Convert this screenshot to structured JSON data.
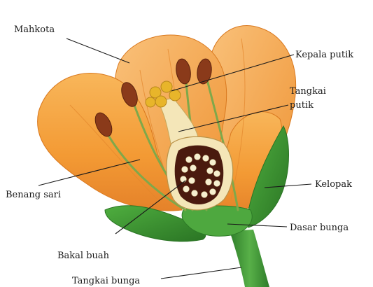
{
  "diagram": {
    "labels": {
      "mahkota": "Mahkota",
      "kepala_putik": "Kepala putik",
      "tangkai_putik_line1": "Tangkai",
      "tangkai_putik_line2": "putik",
      "benang_sari": "Benang sari",
      "kelopak": "Kelopak",
      "dasar_bunga": "Dasar bunga",
      "bakal_buah": "Bakal buah",
      "tangkai_bunga": "Tangkai bunga"
    },
    "colors": {
      "petal": "#f5a13a",
      "petal_light": "#fbc774",
      "petal_dark": "#e07f1e",
      "sepal": "#3f9a35",
      "sepal_dark": "#2c7a26",
      "stamen_head": "#8a3a1a",
      "stigma": "#e8b52a",
      "ovary_wall": "#f4e6b8",
      "ovary_inner": "#4a1a0e",
      "ovule": "#f6efcf"
    }
  }
}
